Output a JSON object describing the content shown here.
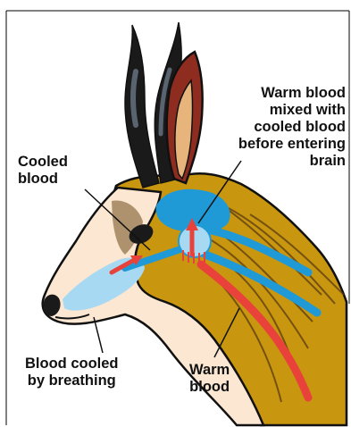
{
  "labels": {
    "cooled_blood": [
      "Cooled",
      "blood"
    ],
    "warm_mixed": [
      "Warm blood",
      "mixed with",
      "cooled blood",
      "before entering",
      "brain"
    ],
    "cooled_by_breathing": [
      "Blood cooled",
      "by breathing"
    ],
    "warm_blood": [
      "Warm",
      "blood"
    ]
  },
  "colors": {
    "fur": "#c8960f",
    "fur_stripe": "#5a3a12",
    "face_pale": "#fbe7d2",
    "horn_dark": "#1a1a1a",
    "horn_grey": "#5a6470",
    "ear_red": "#8e2d1f",
    "ear_tan": "#e7b57c",
    "cool_vessel": "#1f9ad6",
    "cool_light": "#a8d9f2",
    "warm_vessel": "#e8423a",
    "outline": "#111111"
  }
}
